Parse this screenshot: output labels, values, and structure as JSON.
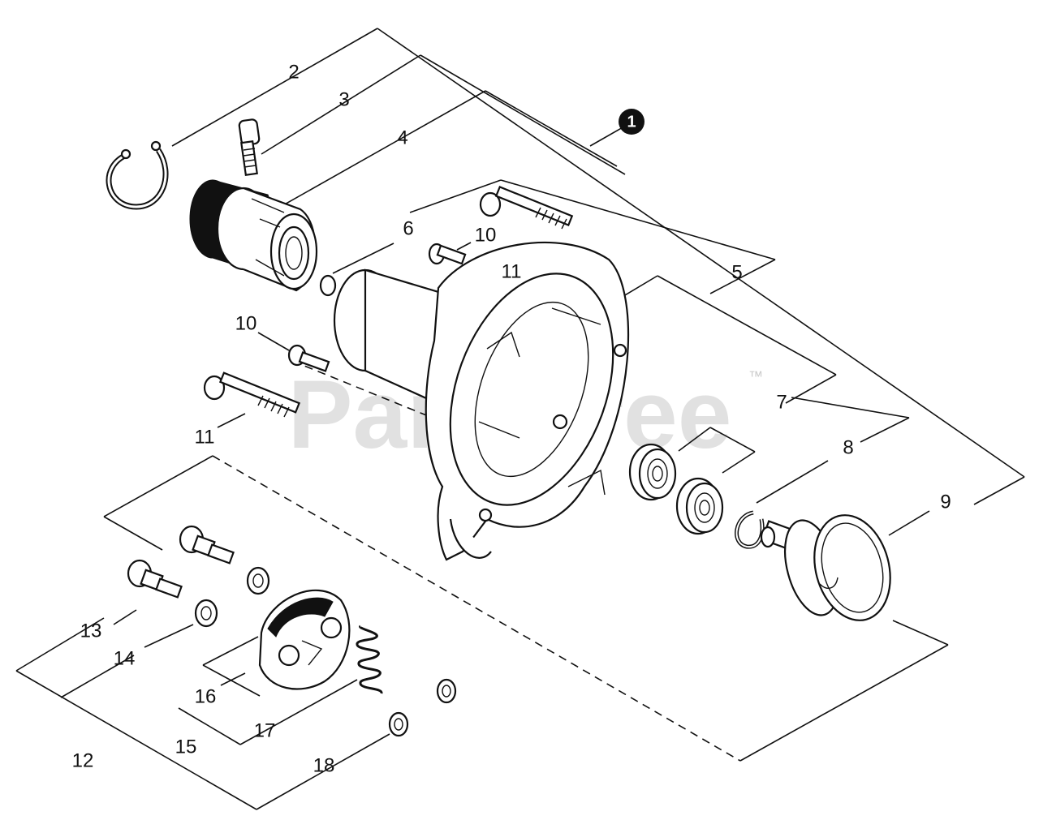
{
  "watermark": {
    "text": "PartsTree",
    "trademark": "™"
  },
  "assembly_marker": "1",
  "callouts": {
    "c2": "2",
    "c3": "3",
    "c4": "4",
    "c5": "5",
    "c6": "6",
    "c7": "7",
    "c8": "8",
    "c9": "9",
    "c10a": "10",
    "c10b": "10",
    "c11a": "11",
    "c11b": "11",
    "c12": "12",
    "c13": "13",
    "c14": "14",
    "c15": "15",
    "c16": "16",
    "c17": "17",
    "c18": "18"
  },
  "colors": {
    "line": "#111111",
    "watermark": "#c9c9c9",
    "background": "#ffffff"
  }
}
